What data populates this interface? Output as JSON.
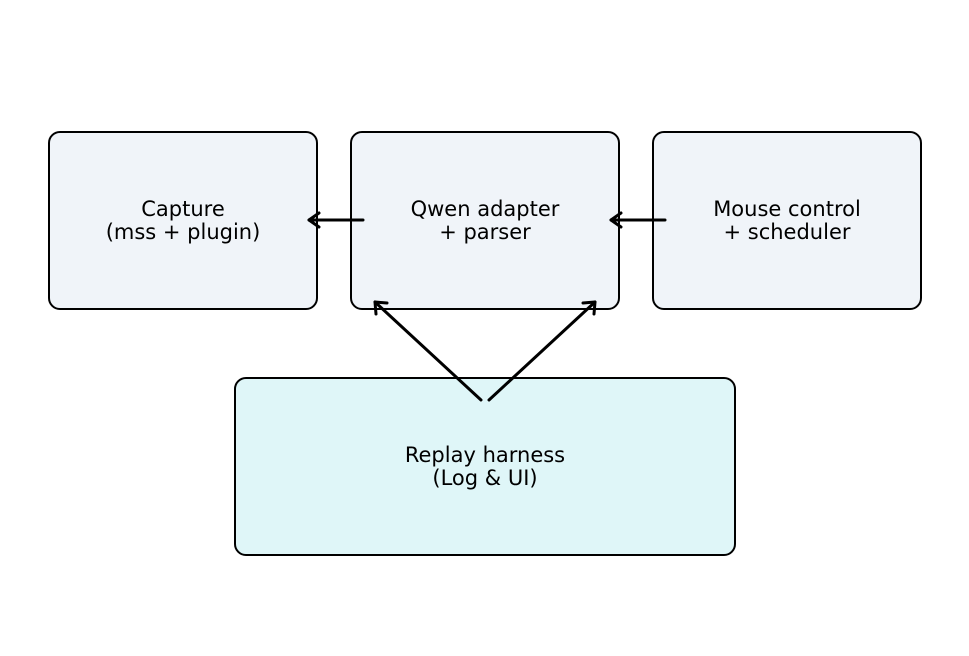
{
  "nodes": {
    "capture": {
      "line1": "Capture",
      "line2": "(mss + plugin)"
    },
    "qwen": {
      "line1": "Qwen adapter",
      "line2": "+ parser"
    },
    "mouse": {
      "line1": "Mouse control",
      "line2": "+ scheduler"
    },
    "replay": {
      "line1": "Replay harness",
      "line2": "(Log & UI)"
    }
  },
  "edges": [
    {
      "from": "qwen",
      "to": "capture"
    },
    {
      "from": "mouse",
      "to": "qwen"
    },
    {
      "from": "replay",
      "to": "qwen"
    },
    {
      "from": "replay",
      "to": "qwen"
    }
  ],
  "colors": {
    "top_box_fill": "#f0f4f9",
    "bottom_box_fill": "#dff6f8",
    "stroke": "#000000"
  }
}
